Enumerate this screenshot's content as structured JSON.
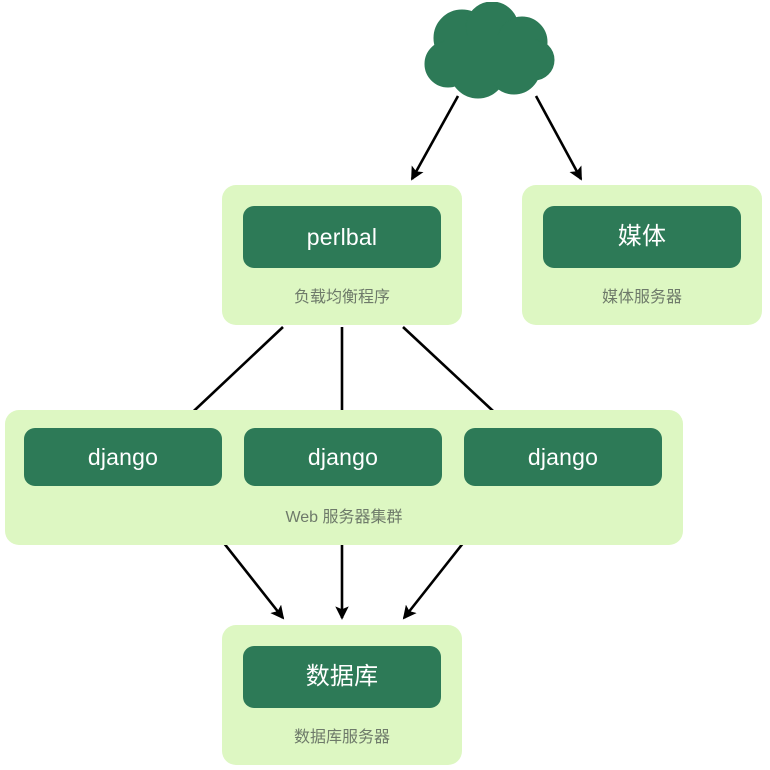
{
  "diagram": {
    "type": "architecture-flow",
    "background_color": "#ffffff",
    "node_fill_color": "#2d7a57",
    "group_fill_color": "#ddf7c2",
    "node_text_color": "#ffffff",
    "caption_text_color": "#6e7a6a",
    "edge_color": "#000000"
  },
  "cloud": {
    "name": "internet-cloud",
    "shape": "cloud"
  },
  "groups": [
    {
      "id": "load-balancer",
      "caption": "负载均衡程序",
      "nodes": [
        {
          "id": "perlbal",
          "label": "perlbal",
          "script": "latin"
        }
      ]
    },
    {
      "id": "media",
      "caption": "媒体服务器",
      "nodes": [
        {
          "id": "media",
          "label": "媒体",
          "script": "cjk"
        }
      ]
    },
    {
      "id": "web-cluster",
      "caption": "Web 服务器集群",
      "nodes": [
        {
          "id": "django-1",
          "label": "django",
          "script": "latin"
        },
        {
          "id": "django-2",
          "label": "django",
          "script": "latin"
        },
        {
          "id": "django-3",
          "label": "django",
          "script": "latin"
        }
      ]
    },
    {
      "id": "database",
      "caption": "数据库服务器",
      "nodes": [
        {
          "id": "database",
          "label": "数据库",
          "script": "cjk"
        }
      ]
    }
  ],
  "edges": [
    {
      "from": "internet-cloud",
      "to": "perlbal"
    },
    {
      "from": "internet-cloud",
      "to": "media"
    },
    {
      "from": "perlbal",
      "to": "django-1"
    },
    {
      "from": "perlbal",
      "to": "django-2"
    },
    {
      "from": "perlbal",
      "to": "django-3"
    },
    {
      "from": "django-1",
      "to": "database"
    },
    {
      "from": "django-2",
      "to": "database"
    },
    {
      "from": "django-3",
      "to": "database"
    }
  ]
}
